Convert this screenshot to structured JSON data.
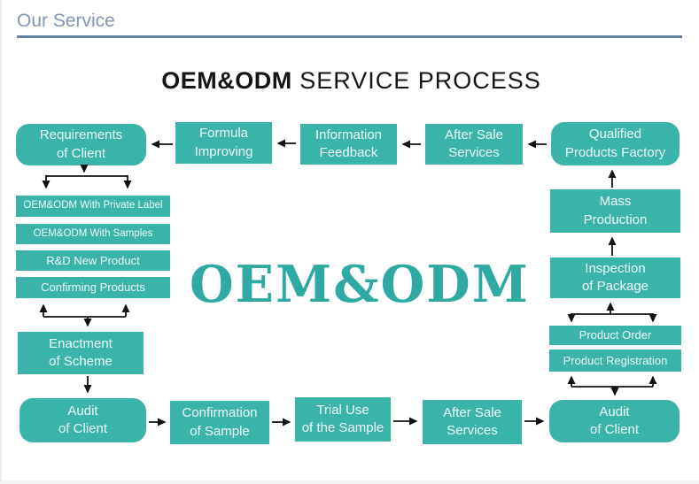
{
  "page": {
    "section_title": "Our Service",
    "diagram_title_bold": "OEM&ODM",
    "diagram_title_rest": " SERVICE PROCESS",
    "watermark": "OEM&ODM"
  },
  "colors": {
    "node_fill": "#3ab3a8",
    "node_text": "#effbf9",
    "watermark_text": "#2faaa2",
    "section_title_text": "#8295b8",
    "section_rule": "#62809f",
    "arrow": "#111111"
  },
  "nodes": {
    "requirements_of_client": "Requirements\nof Client",
    "formula_improving": "Formula\nImproving",
    "information_feedback": "Information\nFeedback",
    "after_sale_services_top": "After Sale\nServices",
    "qualified_products_factory": "Qualified\nProducts Factory",
    "oem_odm_private_label": "OEM&ODM With Private Label",
    "oem_odm_samples": "OEM&ODM With Samples",
    "rd_new_product": "R&D New Product",
    "confirming_products": "Confirming Products",
    "enactment_of_scheme": "Enactment\nof Scheme",
    "audit_of_client_left": "Audit\nof Client",
    "confirmation_of_sample": "Confirmation\nof Sample",
    "trial_use_of_sample": "Trial Use\nof the Sample",
    "after_sale_services_bottom": "After Sale\nServices",
    "audit_of_client_right": "Audit\nof Client",
    "mass_production": "Mass\nProduction",
    "inspection_of_package": "Inspection\nof Package",
    "product_order": "Product Order",
    "product_registration": "Product Registration"
  }
}
